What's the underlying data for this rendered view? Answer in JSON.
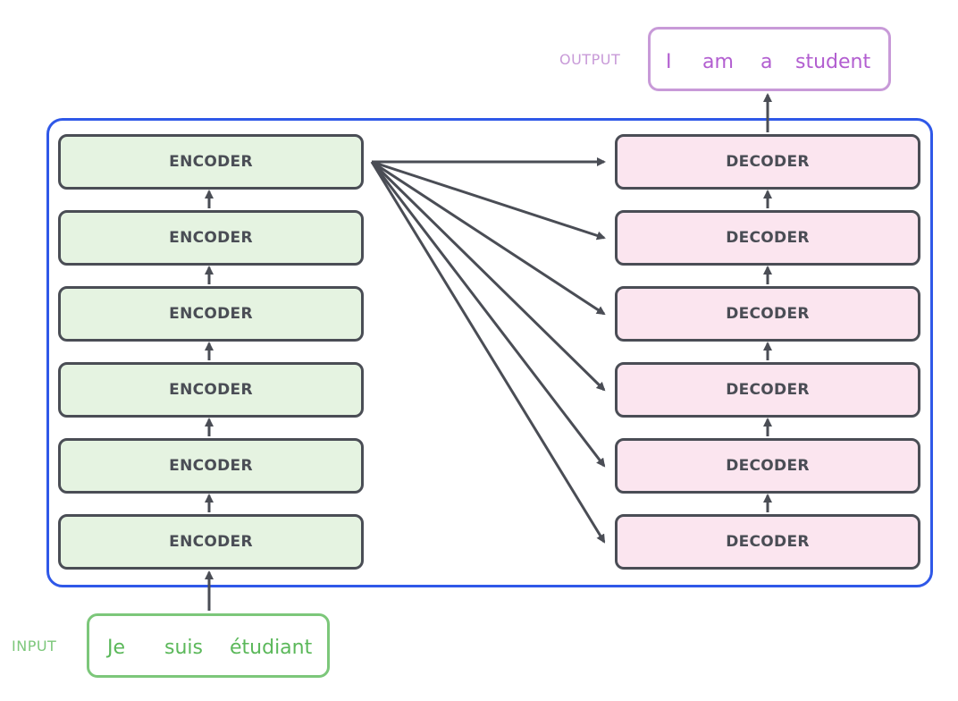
{
  "colors": {
    "encoder_fill": "#e5f3e1",
    "decoder_fill": "#fbe5ef",
    "block_border": "#4a4d55",
    "container_border": "#2f58e8",
    "input_color": "#7cc77a",
    "input_text": "#5bb85a",
    "output_color": "#c89ad8",
    "output_text": "#b25ed0",
    "arrow": "#4a4d55"
  },
  "input": {
    "label": "INPUT",
    "words": [
      "Je",
      "suis",
      "étudiant"
    ]
  },
  "output": {
    "label": "OUTPUT",
    "words": [
      "I",
      "am",
      "a",
      "student"
    ]
  },
  "encoders": [
    {
      "label": "ENCODER"
    },
    {
      "label": "ENCODER"
    },
    {
      "label": "ENCODER"
    },
    {
      "label": "ENCODER"
    },
    {
      "label": "ENCODER"
    },
    {
      "label": "ENCODER"
    }
  ],
  "decoders": [
    {
      "label": "DECODER"
    },
    {
      "label": "DECODER"
    },
    {
      "label": "DECODER"
    },
    {
      "label": "DECODER"
    },
    {
      "label": "DECODER"
    },
    {
      "label": "DECODER"
    }
  ]
}
